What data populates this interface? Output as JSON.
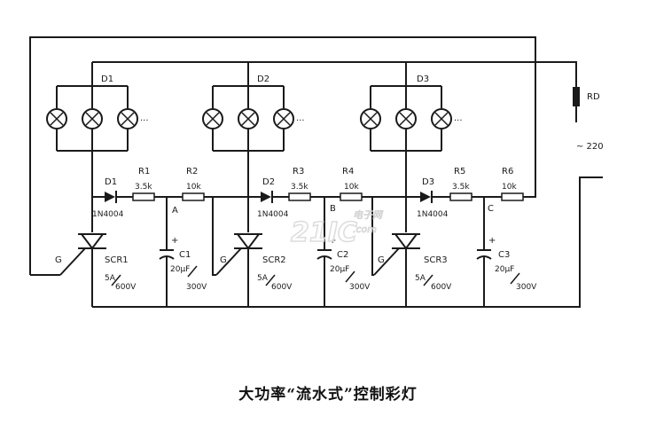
{
  "caption": "大功率“流水式”控制彩灯",
  "watermark": {
    "logo": "21IC",
    "site": "电子网",
    "domain": ".com"
  },
  "stages": [
    {
      "lamp_group": "D1",
      "diode": "D1",
      "diode_part": "1N4004",
      "r_a": "R1",
      "r_a_val": "3.5k",
      "r_b": "R2",
      "r_b_val": "10k",
      "node": "A",
      "cap": "C1",
      "cap_val_1": "20μF",
      "cap_val_2": "300V",
      "scr": "SCR1",
      "scr_val_1": "5A",
      "scr_val_2": "600V",
      "gate": "G"
    },
    {
      "lamp_group": "D2",
      "diode": "D2",
      "diode_part": "1N4004",
      "r_a": "R3",
      "r_a_val": "3.5k",
      "r_b": "R4",
      "r_b_val": "10k",
      "node": "B",
      "cap": "C2",
      "cap_val_1": "20μF",
      "cap_val_2": "300V",
      "scr": "SCR2",
      "scr_val_1": "5A",
      "scr_val_2": "600V",
      "gate": "G"
    },
    {
      "lamp_group": "D3",
      "diode": "D3",
      "diode_part": "1N4004",
      "r_a": "R5",
      "r_a_val": "3.5k",
      "r_b": "R6",
      "r_b_val": "10k",
      "node": "C",
      "cap": "C3",
      "cap_val_1": "20μF",
      "cap_val_2": "300V",
      "scr": "SCR3",
      "scr_val_1": "5A",
      "scr_val_2": "600V",
      "gate": "G"
    }
  ],
  "fuse": "RD",
  "mains": "~ 220",
  "polarity": "+",
  "ellipsis": "···"
}
